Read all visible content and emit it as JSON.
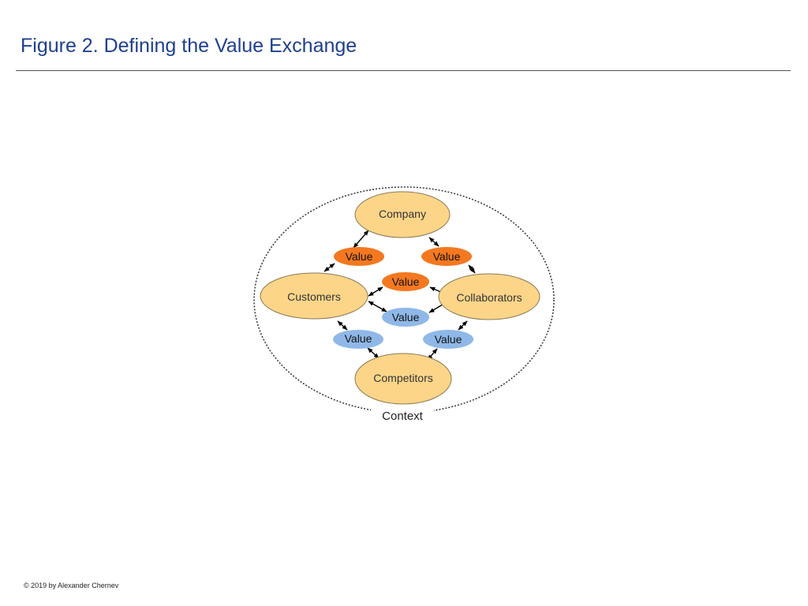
{
  "page": {
    "title": "Figure 2. Defining the Value Exchange",
    "copyright": "© 2019 by Alexander Chernev"
  },
  "diagram": {
    "context_label": "Context",
    "entities": {
      "company": "Company",
      "customers": "Customers",
      "collaborators": "Collaborators",
      "competitors": "Competitors"
    },
    "values": {
      "company_customers": "Value",
      "company_collaborators": "Value",
      "customers_collaborators_top": "Value",
      "customers_collaborators_bottom": "Value",
      "customers_competitors": "Value",
      "collaborators_competitors": "Value"
    },
    "colors": {
      "entity_fill": "#fcd589",
      "entity_stroke": "#8a7a55",
      "company_value_fill": "#f47820",
      "competitor_value_fill": "#8fb8e8",
      "arrow": "#000000",
      "context_stroke": "#333333",
      "title": "#1f3f8f"
    }
  }
}
